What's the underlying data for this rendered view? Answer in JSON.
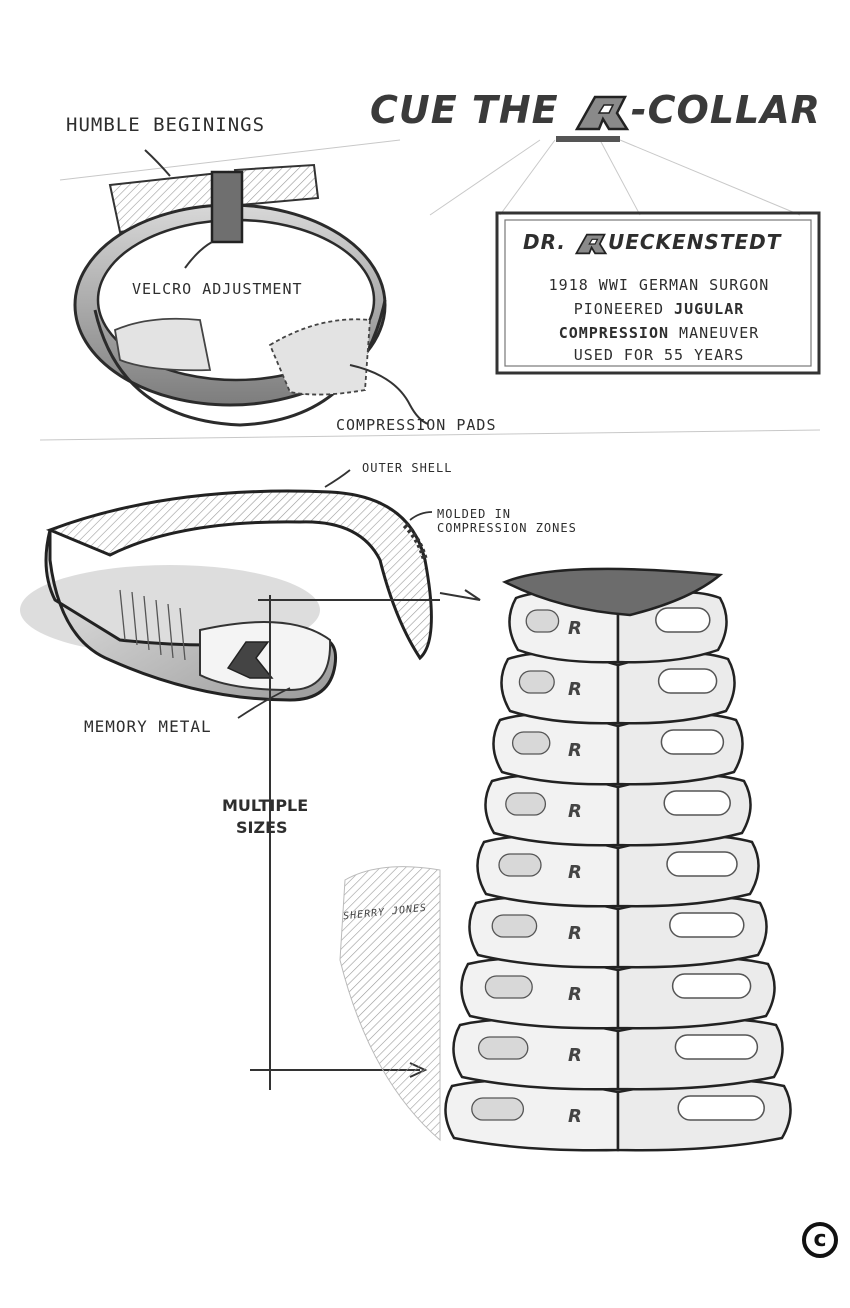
{
  "title": {
    "prefix": "CUE THE",
    "suffix": "-COLLAR",
    "logo_letter": "R"
  },
  "plaque": {
    "name_prefix": "DR.",
    "name_rest": "UECKENSTEDT",
    "line1": "1918 WWI GERMAN SURGON",
    "line2_a": "PIONEERED ",
    "line2_b": "JUGULAR",
    "line3_a": "COMPRESSION",
    "line3_b": " MANEUVER",
    "line4": "USED FOR 55 YEARS"
  },
  "labels": {
    "humble": "HUMBLE BEGININGS",
    "velcro": "VELCRO ADJUSTMENT",
    "compression_pads": "COMPRESSION PADS",
    "outer_shell": "OUTER SHELL",
    "molded_1": "MOLDED IN",
    "molded_2": "COMPRESSION ZONES",
    "memory_metal": "MEMORY METAL",
    "multiple_1": "MULTIPLE",
    "multiple_2": "SIZES",
    "signature": "SHERRY JONES"
  },
  "copyright": "c",
  "colors": {
    "ink": "#2b2b2b",
    "shade": "#8a8a8a",
    "light": "#d6d6d6",
    "paper": "#ffffff"
  },
  "stack_sizes_count": 9
}
